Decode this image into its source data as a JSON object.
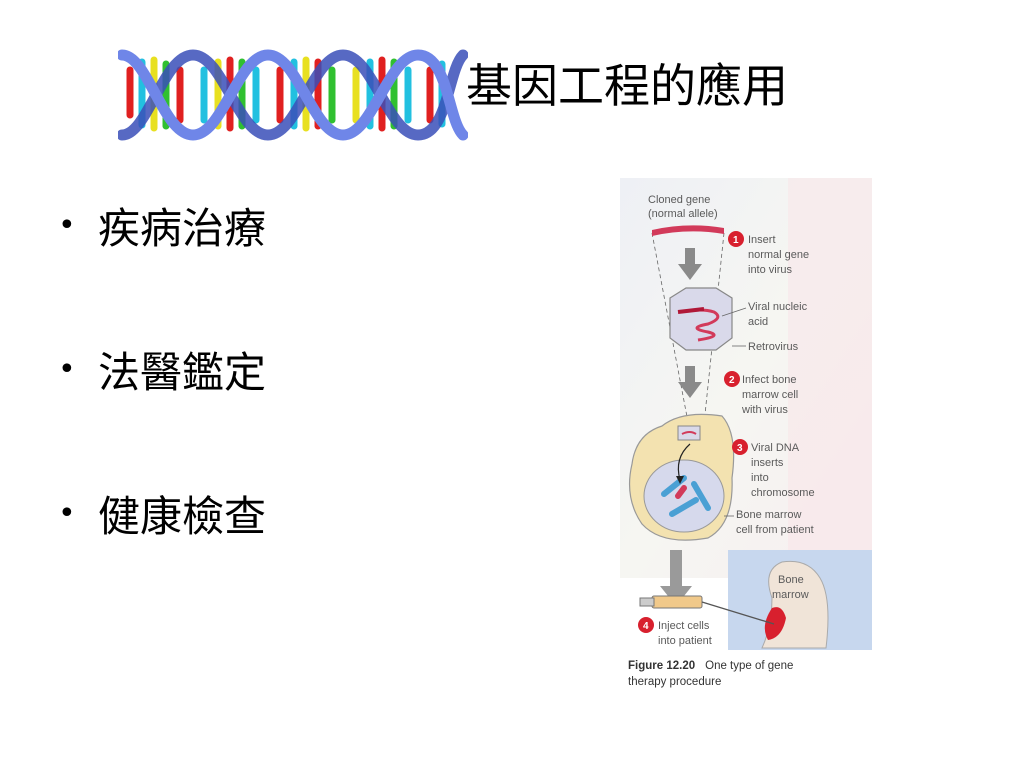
{
  "title": "基因工程的應用",
  "bullets": [
    {
      "marker": "•",
      "text": "疾病治療"
    },
    {
      "marker": "•",
      "text": "法醫鑑定"
    },
    {
      "marker": "•",
      "text": "健康檢查"
    }
  ],
  "figure": {
    "cloned_gene": [
      "Cloned gene",
      "(normal allele)"
    ],
    "step1": {
      "num": "1",
      "lines": [
        "Insert",
        "normal gene",
        "into virus"
      ]
    },
    "viral_nucleic_acid": [
      "Viral nucleic",
      "acid"
    ],
    "retrovirus": "Retrovirus",
    "step2": {
      "num": "2",
      "lines": [
        "Infect bone",
        "marrow cell",
        "with virus"
      ]
    },
    "step3": {
      "num": "3",
      "lines": [
        "Viral DNA",
        "inserts",
        "into",
        "chromosome"
      ]
    },
    "bone_marrow_cell": [
      "Bone marrow",
      "cell from patient"
    ],
    "bone_marrow": [
      "Bone",
      "marrow"
    ],
    "step4": {
      "num": "4",
      "lines": [
        "Inject cells",
        "into patient"
      ]
    },
    "caption_label": "Figure 12.20",
    "caption_text": "One type of gene",
    "caption_line2": "therapy procedure"
  }
}
